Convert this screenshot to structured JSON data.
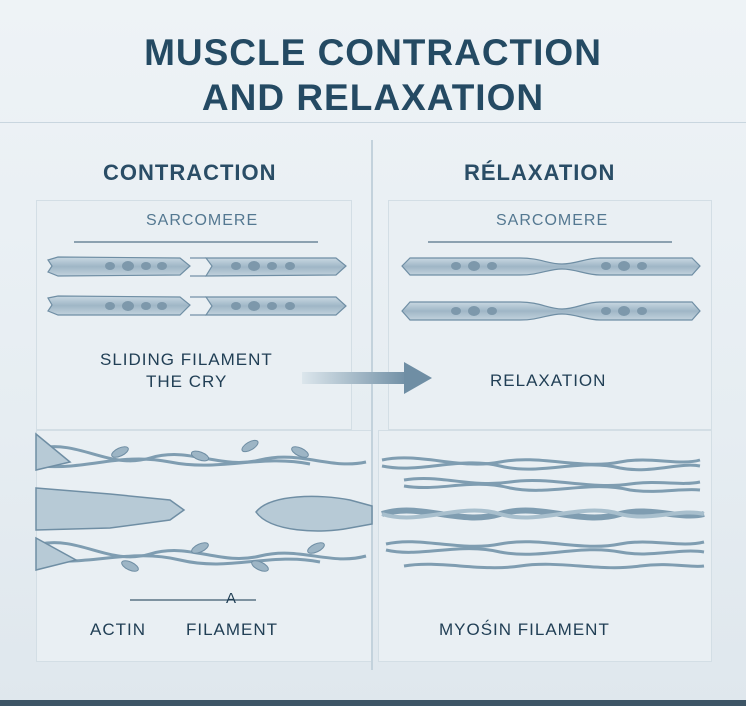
{
  "title": {
    "line1": "MUSCLE CONTRACTION",
    "line2": "AND RELAXATION"
  },
  "left": {
    "heading": "CONTRACTION",
    "sarcomere": "SARCOMERE",
    "theory_line1": "SLIDING FILAMENT",
    "theory_line2": "THE CRY",
    "bottom_left": "ACTIN",
    "bottom_marker": "A",
    "bottom_right": "FILAMENT"
  },
  "right": {
    "heading": "RÉLAXATION",
    "sarcomere": "SARCOMERE",
    "label": "RELAXATION",
    "bottom": "MYOŚIN FILAMENT"
  },
  "colors": {
    "title": "#244a63",
    "filament_fill": "#a9c0cf",
    "filament_stroke": "#6f8ea4",
    "arrow": "#7f9cb0"
  }
}
